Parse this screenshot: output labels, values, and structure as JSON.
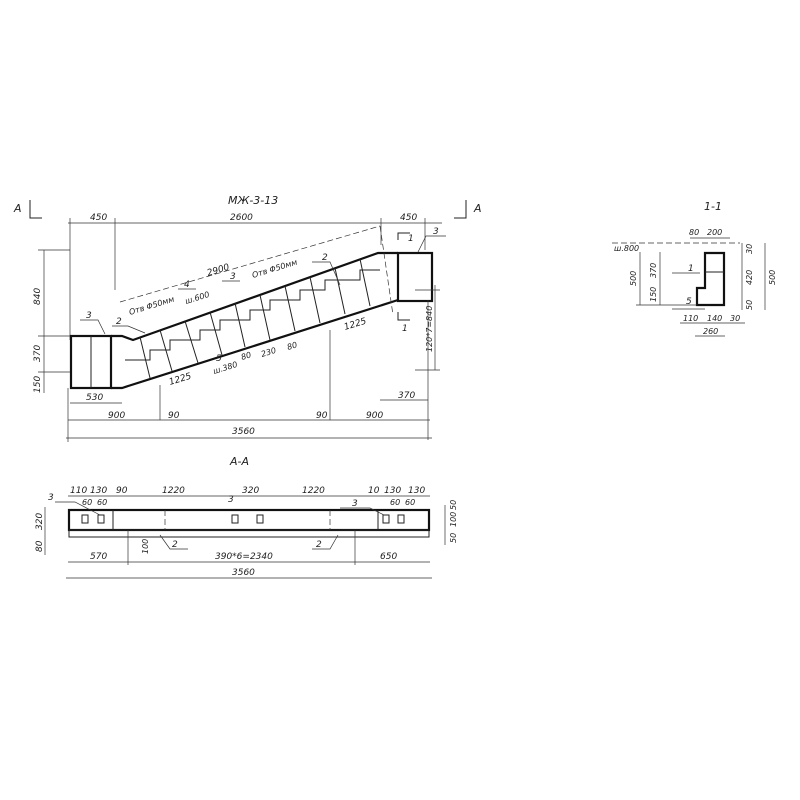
{
  "main_view": {
    "title": "МЖ-3-13",
    "section_marks": {
      "left": "A",
      "right": "A"
    },
    "top_dims": [
      "450",
      "2600",
      "450"
    ],
    "left_dims": [
      "840",
      "370",
      "150"
    ],
    "right_dim": "120*7=840",
    "bottom_dims": {
      "d530": "530",
      "d900_left": "900",
      "d90_left": "90",
      "d90_right": "90",
      "d900_right": "900",
      "d370": "370",
      "total": "3560"
    },
    "slope_labels": {
      "length": "2900",
      "hole_upper": "Отв Φ50мм",
      "hole_lower": "Отв Φ50мм",
      "pitch_upper": "ш.600",
      "pitch_lower": "ш.380",
      "seg_upper": "1225",
      "seg_lower": "1225",
      "d80a": "80",
      "d230": "230",
      "d80b": "80"
    },
    "callouts": {
      "c4": "4",
      "c3_mid": "3",
      "c2_upper": "2",
      "c2_lower": "2",
      "c3_left": "3",
      "c3_right": "3",
      "c5": "5",
      "cut1_top": "1",
      "cut1_bottom": "1"
    }
  },
  "section_aa": {
    "title": "A-A",
    "top_dims": [
      "110",
      "130",
      "90",
      "1220",
      "320",
      "1220",
      "10",
      "130",
      "130"
    ],
    "sub_dims": [
      "60",
      "60",
      "60",
      "60"
    ],
    "left_dims": [
      "320",
      "80"
    ],
    "right_dims": [
      "50",
      "100",
      "50"
    ],
    "bottom_dims": {
      "left": "570",
      "middle": "390*6=2340",
      "right": "650",
      "total": "3560"
    },
    "d100": "100",
    "callouts": {
      "c3_left": "3",
      "c3_mid": "3",
      "c3_right": "3",
      "c2_left": "2",
      "c2_right": "2"
    }
  },
  "section_11": {
    "title": "1-1",
    "top_dims": [
      "80",
      "200"
    ],
    "pitch": "ш.800",
    "left_dims": [
      "500",
      "370",
      "150"
    ],
    "right_dims": [
      "30",
      "420",
      "50",
      "500"
    ],
    "bottom_dims": [
      "110",
      "140",
      "30",
      "260"
    ],
    "callouts": {
      "c1": "1",
      "c5": "5"
    }
  }
}
